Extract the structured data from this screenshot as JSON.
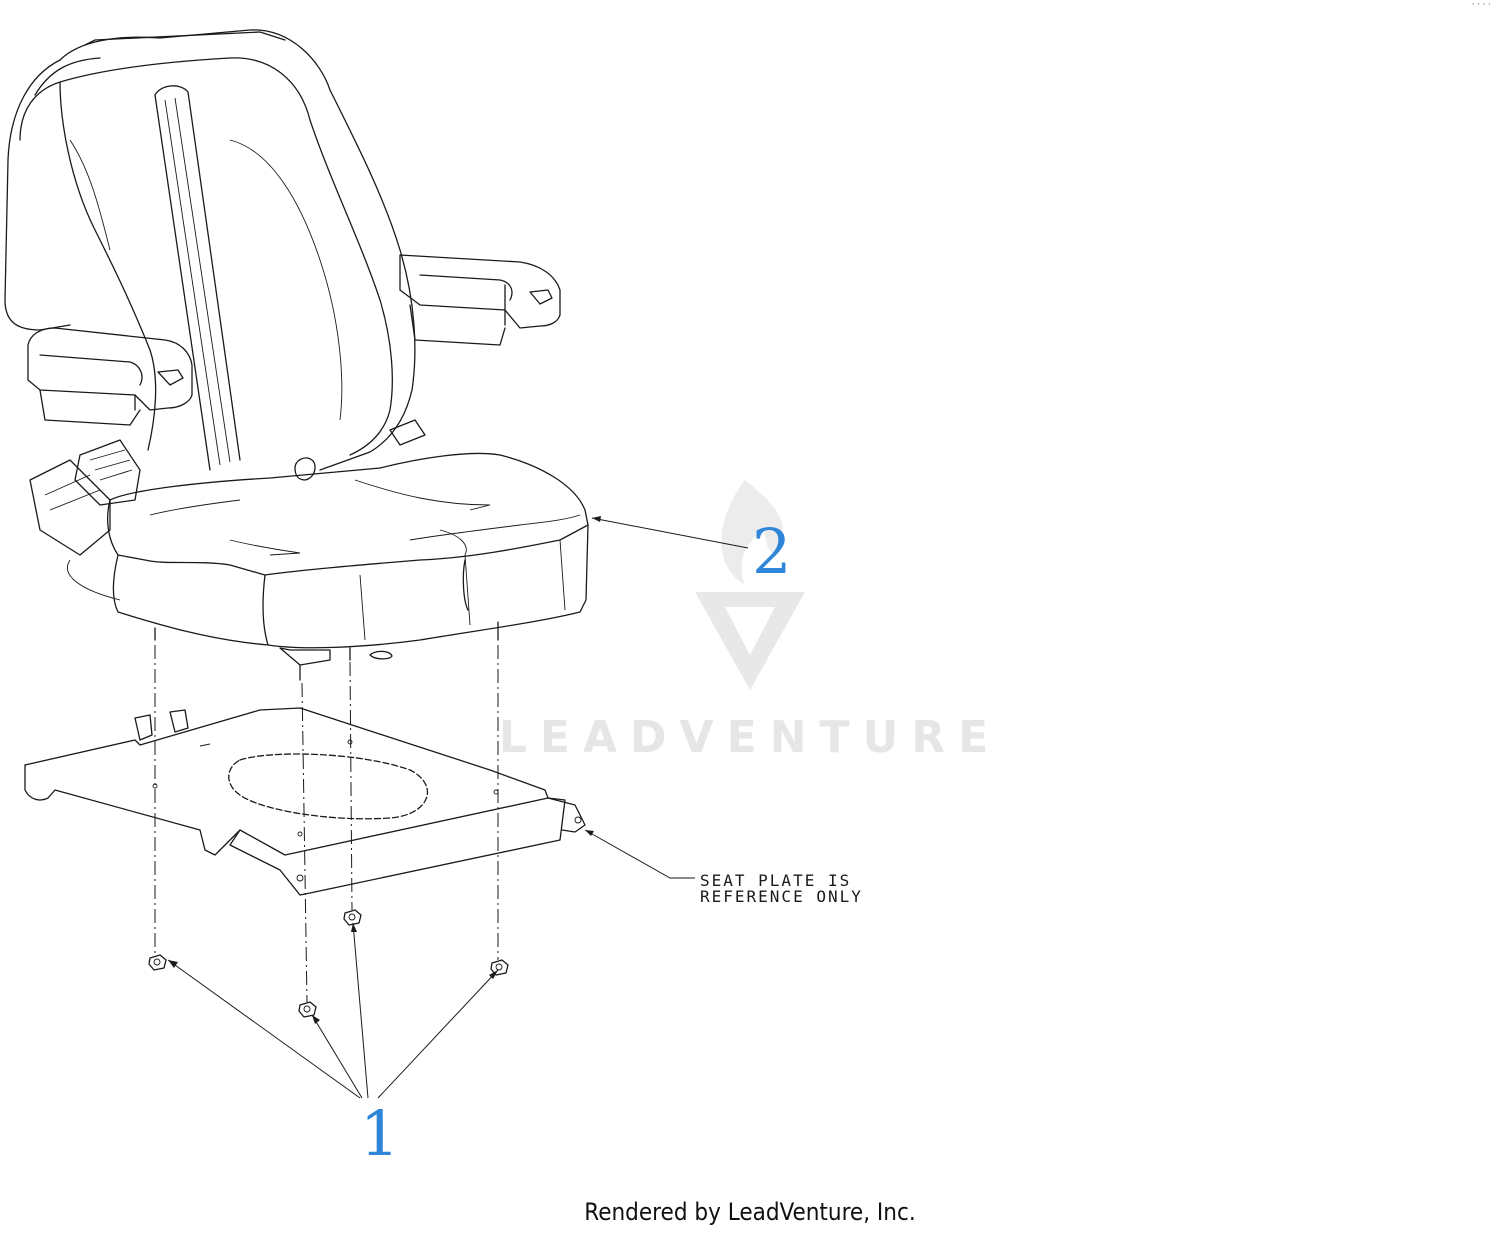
{
  "callouts": [
    {
      "id": "1",
      "label": "1",
      "color": "#2f86d8"
    },
    {
      "id": "2",
      "label": "2",
      "color": "#2f86d8"
    }
  ],
  "note": {
    "line1": "SEAT PLATE IS",
    "line2": "REFERENCE ONLY"
  },
  "watermark": {
    "text": "LEADVENTURE",
    "color": "#e4e4e4"
  },
  "footer": {
    "text": "Rendered by LeadVenture, Inc."
  },
  "corner_mark": "····",
  "parts": [
    {
      "callout": "1",
      "name": "flange-nut",
      "quantity_shown": 4
    },
    {
      "callout": "2",
      "name": "seat-assembly",
      "quantity_shown": 1
    }
  ]
}
